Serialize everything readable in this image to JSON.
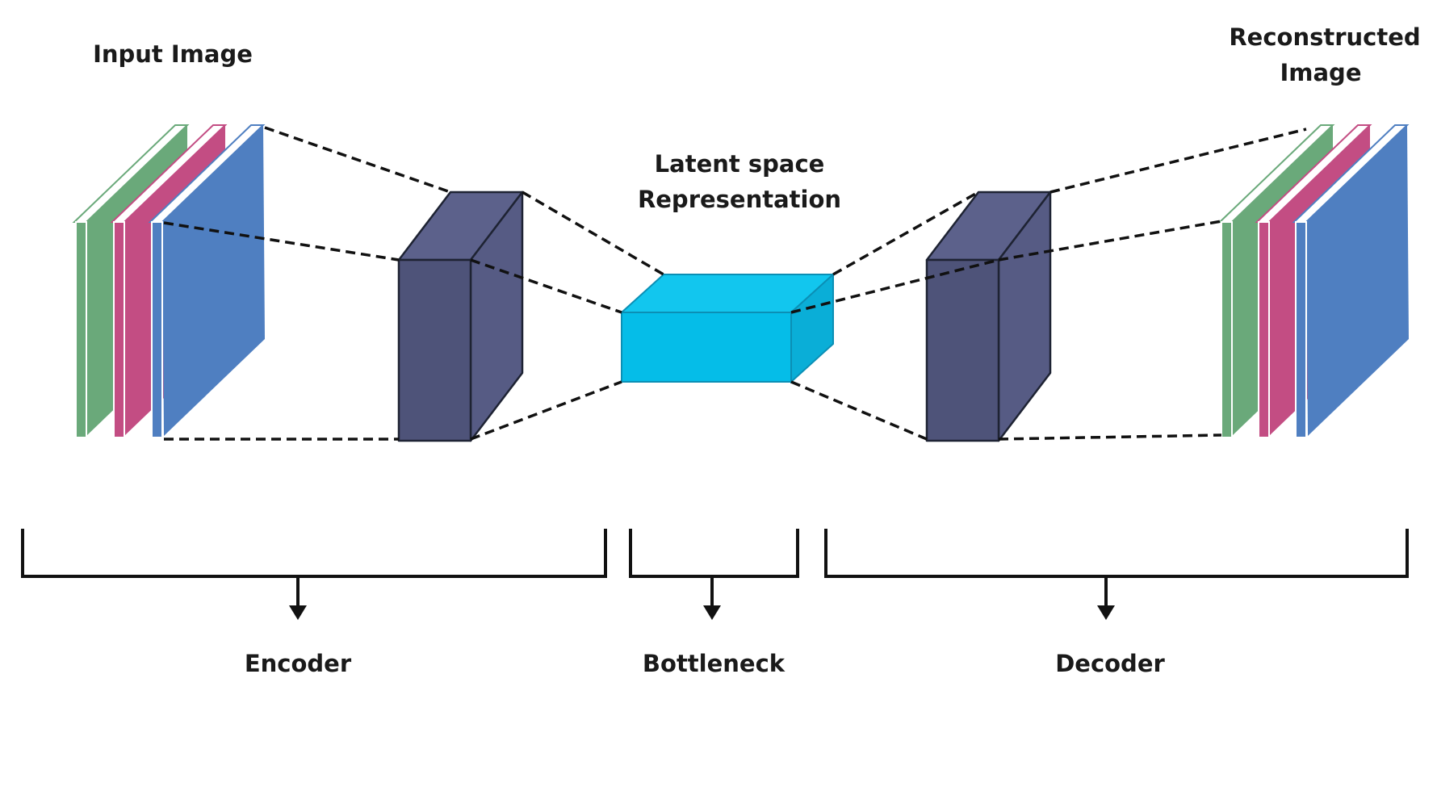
{
  "labels": {
    "input_image": "Input Image",
    "reconstructed_line1": "Reconstructed",
    "reconstructed_line2": "Image",
    "latent_line1": "Latent space",
    "latent_line2": "Representation",
    "encoder": "Encoder",
    "bottleneck": "Bottleneck",
    "decoder": "Decoder"
  },
  "colors": {
    "channel_green": "#6aa97a",
    "channel_pink": "#c34d83",
    "channel_blue": "#4f7fc1",
    "feature_block_front": "#4e5379",
    "feature_block_side": "#565b84",
    "feature_block_top": "#5c618b",
    "latent_front": "#05bde8",
    "latent_top": "#12c6ee",
    "latent_side": "#0aaed7",
    "lines": "#111111"
  }
}
